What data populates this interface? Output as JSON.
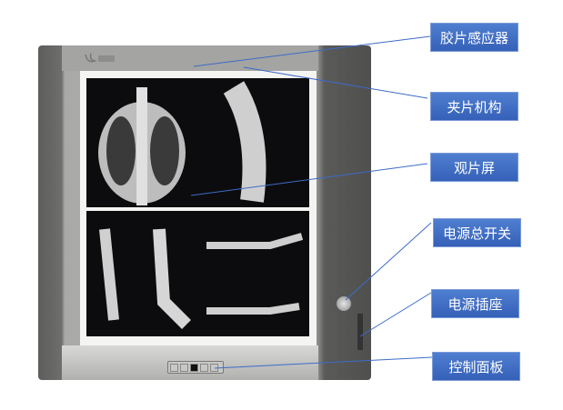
{
  "labels": {
    "film_sensor": "胶片感应器",
    "clip_mechanism": "夹片机构",
    "viewing_screen": "观片屏",
    "main_power_switch": "电源总开关",
    "power_socket": "电源插座",
    "control_panel": "控制面板"
  },
  "colors": {
    "label_bg": "#3f6fc4",
    "leader_line": "#3c6cc8"
  }
}
